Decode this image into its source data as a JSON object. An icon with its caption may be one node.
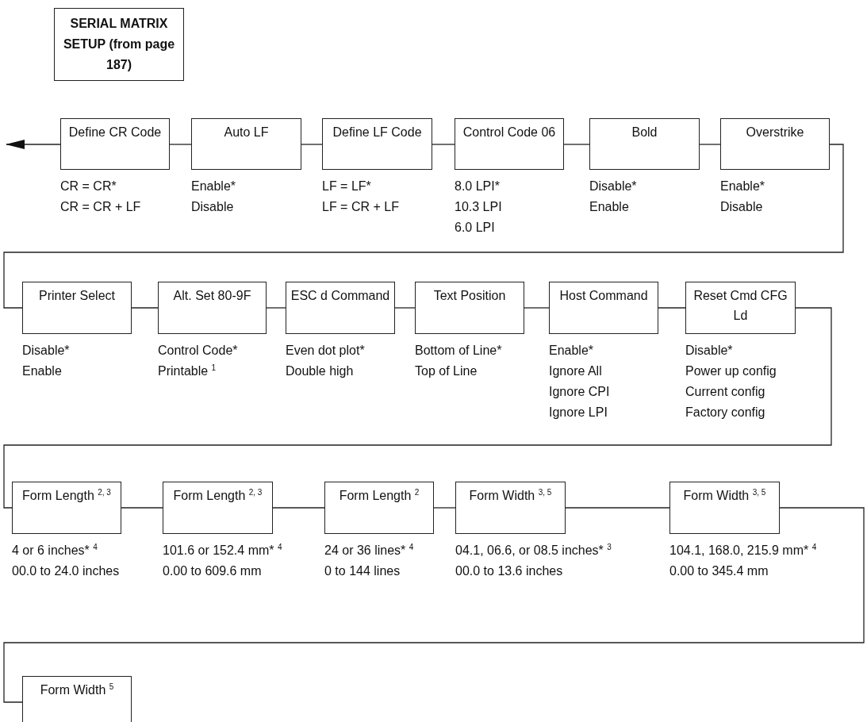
{
  "diagram": {
    "nodes": [
      {
        "text": [
          "SERIAL MATRIX SETUP (from page 187)"
        ]
      },
      {
        "text": [
          "Define CR Code"
        ],
        "beside": [
          "CR = CR*",
          "CR = CR + LF"
        ]
      },
      {
        "text": [
          "Auto LF"
        ],
        "beside": [
          "Enable*",
          "Disable"
        ]
      },
      {
        "text": [
          "Define LF Code"
        ],
        "beside": [
          "LF = LF*",
          "LF = CR + LF"
        ]
      },
      {
        "text": [
          "Control Code 06"
        ],
        "beside": [
          "8.0 LPI*",
          "10.3 LPI",
          "6.0 LPI"
        ]
      },
      {
        "text": [
          "Bold"
        ],
        "beside": [
          "Disable*",
          "Enable"
        ]
      },
      {
        "text": [
          "Overstrike"
        ],
        "beside": [
          "Enable*",
          "Disable"
        ]
      },
      {
        "text": [
          "Printer Select"
        ],
        "beside": [
          "Disable*",
          "Enable"
        ]
      },
      {
        "text": [
          "Alt. Set 80-9F"
        ],
        "beside": [
          "Control Code*",
          "Printable $^{1}$"
        ]
      },
      {
        "text": [
          "ESC d Command"
        ],
        "beside": [
          "Even dot plot*",
          "Double high"
        ]
      },
      {
        "text": [
          "Text Position"
        ],
        "beside": [
          "Bottom of Line*",
          "Top of Line"
        ]
      },
      {
        "text": [
          "Host Command"
        ],
        "beside": [
          "Enable*",
          "Ignore All",
          "Ignore CPI",
          "Ignore LPI"
        ]
      },
      {
        "text": [
          "Reset Cmd CFG Ld"
        ],
        "beside": [
          "Disable*",
          "Power up config",
          "Current config",
          "Factory config"
        ]
      },
      {
        "text": [
          "Form Length $^{2, 3}$"
        ],
        "beside": [
          "4 or 6 inches* $^{4}$",
          "00.0 to 24.0 inches"
        ]
      },
      {
        "text": [
          "Form Length $^{2, 3}$"
        ],
        "beside": [
          "101.6 or 152.4 mm* $^{4}$",
          "0.00 to 609.6 mm"
        ]
      },
      {
        "text": [
          "Form Length $^{2}$"
        ],
        "beside": [
          "24 or 36 lines* $^{4}$",
          "0 to 144 lines"
        ]
      },
      {
        "text": [
          "Form Width $^{3, 5}$"
        ],
        "beside": [
          "04.1, 06.6, or 08.5 inches* $^{3}$",
          "00.0 to 13.6 inches"
        ]
      },
      {
        "text": [
          "Form Width $^{3, 5}$"
        ],
        "beside": [
          "104.1, 168.0, 215.9 mm* $^{4}$",
          "0.00 to 345.4 mm"
        ]
      },
      {
        "text": [
          "Form Width $^{5}$"
        ]
      }
    ],
    "edges": [
      {
        "from": 1,
        "to": null,
        "arrow": "to"
      },
      {
        "from": 1,
        "to": 2,
        "arrow": "none"
      },
      {
        "from": 2,
        "to": 3,
        "arrow": "none"
      },
      {
        "from": 3,
        "to": 4,
        "arrow": "none"
      },
      {
        "from": 4,
        "to": 5,
        "arrow": "none"
      },
      {
        "from": 5,
        "to": 6,
        "arrow": "none"
      },
      {
        "from": 6,
        "to": 7,
        "arrow": "none"
      },
      {
        "from": 7,
        "to": 8,
        "arrow": "none"
      },
      {
        "from": 8,
        "to": 9,
        "arrow": "none"
      },
      {
        "from": 9,
        "to": 10,
        "arrow": "none"
      },
      {
        "from": 10,
        "to": 11,
        "arrow": "none"
      },
      {
        "from": 11,
        "to": 12,
        "arrow": "none"
      },
      {
        "from": 12,
        "to": 13,
        "arrow": "none"
      },
      {
        "from": 13,
        "to": 14,
        "arrow": "none"
      },
      {
        "from": 14,
        "to": 15,
        "arrow": "none"
      },
      {
        "from": 15,
        "to": 16,
        "arrow": "none"
      },
      {
        "from": 16,
        "to": 17,
        "arrow": "none"
      },
      {
        "from": 17,
        "to": 18,
        "arrow": "none"
      }
    ]
  }
}
